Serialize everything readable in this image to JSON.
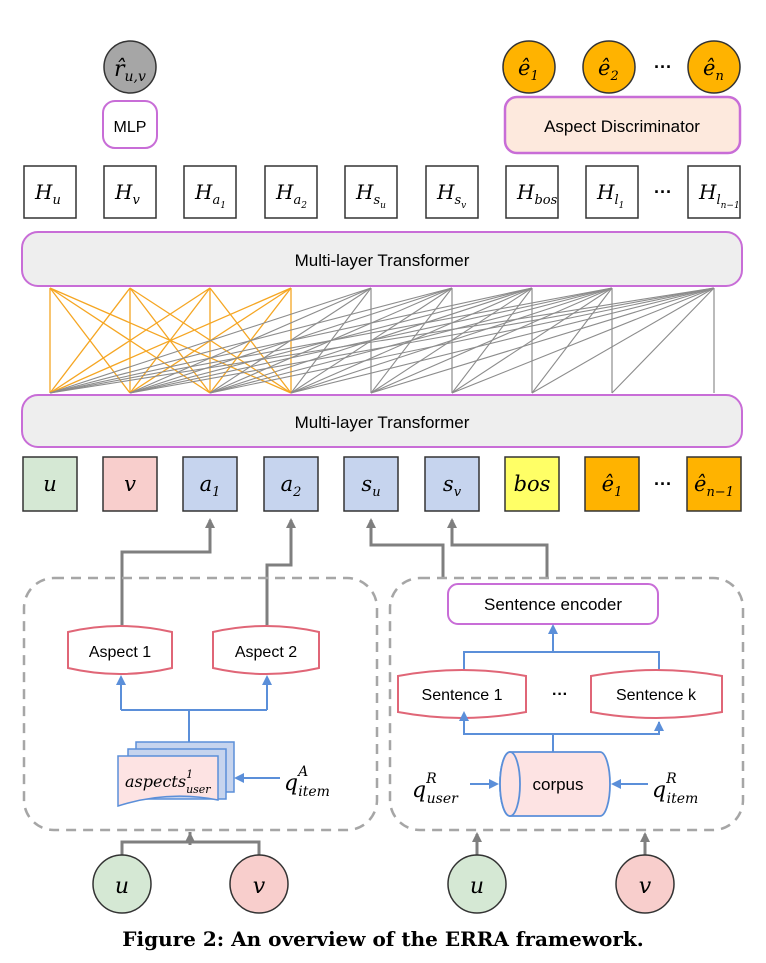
{
  "title": "Figure 2: An overview of the ERRA framework.",
  "outputs": {
    "rating": {
      "base": "r̂",
      "sub": "u,v"
    },
    "mlp_label": "MLP",
    "aspect_disc_label": "Aspect Discriminator",
    "e_hat_1": {
      "base": "ê",
      "sub": "1"
    },
    "e_hat_2": {
      "base": "ê",
      "sub": "2"
    },
    "ellipsis": "···",
    "e_hat_n": {
      "base": "ê",
      "sub": "n"
    }
  },
  "hidden_states": [
    {
      "base": "H",
      "sub": "u",
      "subsub": ""
    },
    {
      "base": "H",
      "sub": "v",
      "subsub": ""
    },
    {
      "base": "H",
      "sub": "a",
      "subsub": "1"
    },
    {
      "base": "H",
      "sub": "a",
      "subsub": "2"
    },
    {
      "base": "H",
      "sub": "s",
      "subsub": "u"
    },
    {
      "base": "H",
      "sub": "s",
      "subsub": "v"
    },
    {
      "base": "H",
      "sub": "bos",
      "subsub": ""
    },
    {
      "base": "H",
      "sub": "l",
      "subsub": "1"
    },
    {
      "base": "H",
      "sub": "l",
      "subsub": "n−1"
    }
  ],
  "transformer_top_label": "Multi-layer Transformer",
  "transformer_bottom_label": "Multi-layer Transformer",
  "input_tokens": [
    {
      "base": "u",
      "sub": "",
      "color": "#d5e8d4"
    },
    {
      "base": "v",
      "sub": "",
      "color": "#f8cecc"
    },
    {
      "base": "a",
      "sub": "1",
      "color": "#c6d4ee"
    },
    {
      "base": "a",
      "sub": "2",
      "color": "#c6d4ee"
    },
    {
      "base": "s",
      "sub": "u",
      "color": "#c6d4ee"
    },
    {
      "base": "s",
      "sub": "v",
      "color": "#c6d4ee"
    },
    {
      "base": "bos",
      "sub": "",
      "color": "#ffff66"
    },
    {
      "base": "ê",
      "sub": "1",
      "color": "#ffb300"
    },
    {
      "base": "ê",
      "sub": "n−1",
      "color": "#ffb300"
    }
  ],
  "aspect_module": {
    "aspect1": "Aspect 1",
    "aspect2": "Aspect 2",
    "aspects_base": "aspects",
    "aspects_sup": "1",
    "aspects_sub": "user",
    "query_base": "q",
    "query_sup": "A",
    "query_sub": "item"
  },
  "sentence_module": {
    "encoder": "Sentence encoder",
    "sentence1": "Sentence 1",
    "sentence_k": "Sentence k",
    "corpus": "corpus",
    "q_user_base": "q",
    "q_user_sup": "R",
    "q_user_sub": "user",
    "q_item_base": "q",
    "q_item_sup": "R",
    "q_item_sub": "item"
  },
  "users_items": {
    "left_u": "u",
    "left_v": "v",
    "right_u": "u",
    "right_v": "v"
  },
  "colors": {
    "orange_lines": "#f5a623",
    "gray_lines": "#8c8c8c",
    "blue_arrows": "#5b8fd9",
    "transformer_border": "#c86dd7",
    "transformer_fill": "#eeeeee",
    "aspect_disc_fill": "#fde9dd",
    "e_hat_fill": "#ffb300",
    "rating_fill": "#a6a6a6",
    "red_outline": "#e06677"
  }
}
